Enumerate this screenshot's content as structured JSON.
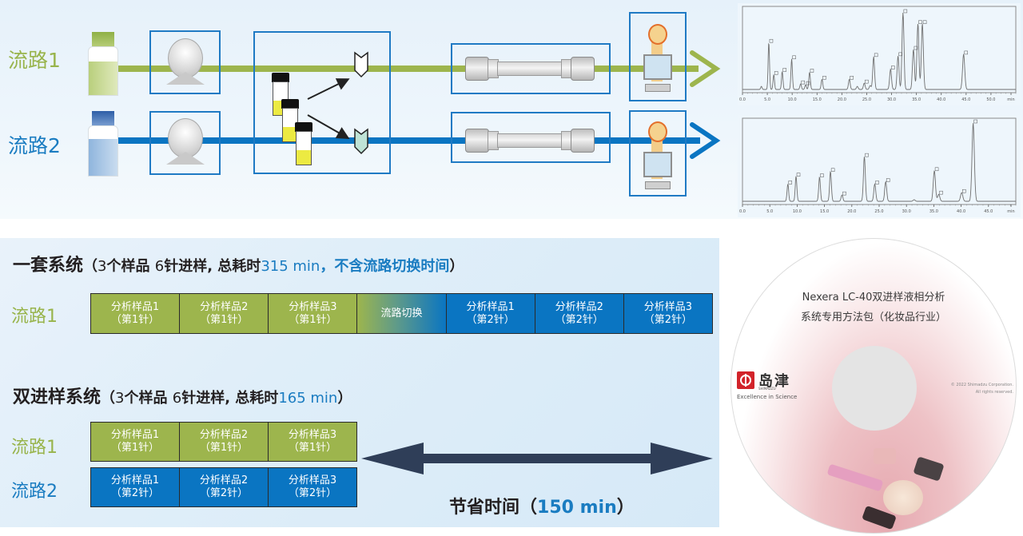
{
  "flow_diagram": {
    "routes": [
      {
        "label": "流路1",
        "color": "#9db54d"
      },
      {
        "label": "流路2",
        "color": "#0a75c2"
      }
    ],
    "components": [
      "solvent-bottle",
      "pump",
      "dual-autosampler",
      "column",
      "detector"
    ],
    "box_color": "#1f7ac4"
  },
  "chart_data": [
    {
      "type": "line",
      "title": "",
      "xlabel": "min",
      "ylabel": "",
      "x_ticks": [
        "0.0",
        "5.0",
        "10.0",
        "15.0",
        "20.0",
        "25.0",
        "30.0",
        "35.0",
        "40.0",
        "45.0",
        "50.0",
        "min"
      ],
      "xlim": [
        0,
        55
      ],
      "ylim": [
        0,
        1
      ],
      "peaks": [
        {
          "rt": 3.8,
          "h": 0.04
        },
        {
          "rt": 5.3,
          "h": 0.6
        },
        {
          "rt": 6.3,
          "h": 0.19
        },
        {
          "rt": 8.0,
          "h": 0.23
        },
        {
          "rt": 9.9,
          "h": 0.39
        },
        {
          "rt": 11.7,
          "h": 0.07
        },
        {
          "rt": 12.7,
          "h": 0.06
        },
        {
          "rt": 13.5,
          "h": 0.22
        },
        {
          "rt": 16.0,
          "h": 0.13
        },
        {
          "rt": 21.5,
          "h": 0.13
        },
        {
          "rt": 23.1,
          "h": 0.04
        },
        {
          "rt": 24.5,
          "h": 0.08
        },
        {
          "rt": 25.7,
          "h": 0.05
        },
        {
          "rt": 26.4,
          "h": 0.42
        },
        {
          "rt": 29.8,
          "h": 0.26
        },
        {
          "rt": 31.3,
          "h": 0.43
        },
        {
          "rt": 32.3,
          "h": 0.98
        },
        {
          "rt": 34.4,
          "h": 0.51
        },
        {
          "rt": 35.3,
          "h": 0.84
        },
        {
          "rt": 36.2,
          "h": 0.84
        },
        {
          "rt": 44.5,
          "h": 0.45
        }
      ]
    },
    {
      "type": "line",
      "title": "",
      "xlabel": "min",
      "ylabel": "",
      "x_ticks": [
        "0.0",
        "5.0",
        "10.0",
        "15.0",
        "20.0",
        "25.0",
        "30.0",
        "35.0",
        "40.0",
        "45.0",
        "min"
      ],
      "xlim": [
        0,
        50
      ],
      "ylim": [
        0,
        1
      ],
      "peaks": [
        {
          "rt": 8.3,
          "h": 0.22
        },
        {
          "rt": 9.8,
          "h": 0.32
        },
        {
          "rt": 14.1,
          "h": 0.31
        },
        {
          "rt": 16.1,
          "h": 0.38
        },
        {
          "rt": 18.2,
          "h": 0.08
        },
        {
          "rt": 22.3,
          "h": 0.57
        },
        {
          "rt": 24.2,
          "h": 0.22
        },
        {
          "rt": 26.2,
          "h": 0.25
        },
        {
          "rt": 31.4,
          "h": 0.02
        },
        {
          "rt": 35.1,
          "h": 0.39
        },
        {
          "rt": 35.9,
          "h": 0.09
        },
        {
          "rt": 40.1,
          "h": 0.11
        },
        {
          "rt": 42.2,
          "h": 1.0
        }
      ]
    }
  ],
  "single_system": {
    "title": "一套系统",
    "paren_open": "（",
    "desc_num1": "3",
    "desc_part1": "个样品 ",
    "desc_num2": "6",
    "desc_part2": "针进样, 总耗时",
    "total_time": "315 min",
    "sep": "，",
    "note": "不含流路切换时间",
    "paren_close": "）",
    "route_label": "流路1",
    "cells": [
      {
        "line1": "分析样品1",
        "line2": "（第1针）",
        "type": "green"
      },
      {
        "line1": "分析样品2",
        "line2": "（第1针）",
        "type": "green"
      },
      {
        "line1": "分析样品3",
        "line2": "（第1针）",
        "type": "green"
      },
      {
        "line1": "流路切换",
        "line2": "",
        "type": "switch"
      },
      {
        "line1": "分析样品1",
        "line2": "（第2针）",
        "type": "blue"
      },
      {
        "line1": "分析样品2",
        "line2": "（第2针）",
        "type": "blue"
      },
      {
        "line1": "分析样品3",
        "line2": "（第2针）",
        "type": "blue"
      }
    ]
  },
  "dual_system": {
    "title": "双进样系统",
    "paren_open": "（",
    "desc_num1": "3",
    "desc_part1": "个样品 ",
    "desc_num2": "6",
    "desc_part2": "针进样, 总耗时",
    "total_time": "165 min",
    "paren_close": "）",
    "route1_label": "流路1",
    "route2_label": "流路2",
    "route1_cells": [
      {
        "line1": "分析样品1",
        "line2": "（第1针）"
      },
      {
        "line1": "分析样品2",
        "line2": "（第1针）"
      },
      {
        "line1": "分析样品3",
        "line2": "（第1针）"
      }
    ],
    "route2_cells": [
      {
        "line1": "分析样品1",
        "line2": "（第2针）"
      },
      {
        "line1": "分析样品2",
        "line2": "（第2针）"
      },
      {
        "line1": "分析样品3",
        "line2": "（第2针）"
      }
    ]
  },
  "saving": {
    "label": "节省时间",
    "paren_open": "（",
    "value": "150 min",
    "paren_close": "）"
  },
  "cd": {
    "title_line1": "Nexera LC-40双进样液相分析",
    "title_line2": "系统专用方法包（化妆品行业）",
    "logo_cn": "岛津",
    "logo_en": "SHIMADZU",
    "logo_tagline": "Excellence in Science",
    "copyright_line1": "© 2022 Shimadzu Corporation.",
    "copyright_line2": "All rights reserved."
  },
  "colors": {
    "green": "#9db54d",
    "blue": "#0a75c2",
    "accent_text": "#1a7cc1",
    "arrow": "#2f3e58"
  }
}
